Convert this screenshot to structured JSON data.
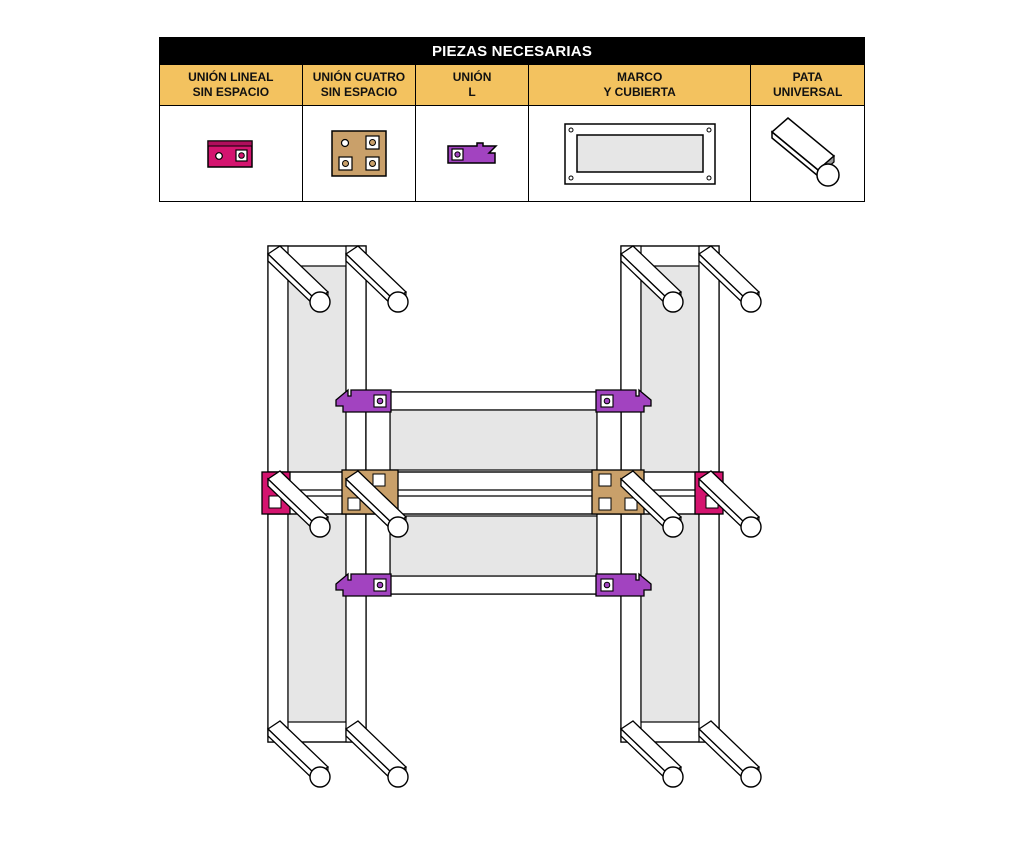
{
  "table": {
    "title": "PIEZAS NECESARIAS",
    "columns": [
      {
        "label": "UNIÓN LINEAL\nSIN ESPACIO",
        "icon": "linear-joint-no-gap-icon"
      },
      {
        "label": "UNIÓN CUATRO\nSIN ESPACIO",
        "icon": "four-way-joint-no-gap-icon"
      },
      {
        "label": "UNIÓN\nL",
        "icon": "l-joint-icon"
      },
      {
        "label": "MARCO\nY CUBIERTA",
        "icon": "frame-and-cover-icon"
      },
      {
        "label": "PATA\nUNIVERSAL",
        "icon": "universal-leg-icon"
      }
    ]
  },
  "colors": {
    "header_bg": "#f3c25f",
    "title_bg": "#000000",
    "linear_joint": "#d4146f",
    "four_way_joint": "#c9a06a",
    "l_joint": "#a243c0",
    "panel": "#e6e6e6"
  }
}
